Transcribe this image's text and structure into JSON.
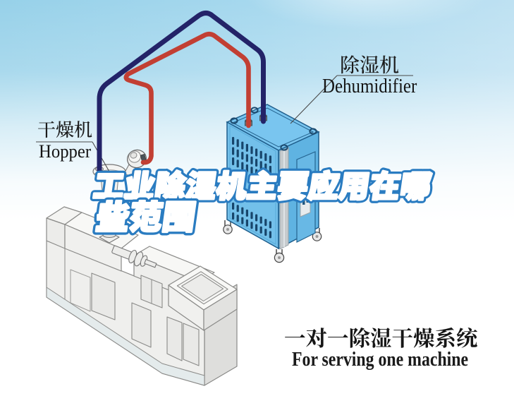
{
  "illustration": {
    "title": {
      "line1": "工业除湿机主要应用在哪",
      "line2": "些范围",
      "fill_color": "#ffffff",
      "outline_color": "#2a7cc1"
    },
    "labels": {
      "dryer_cn": "干燥机",
      "dryer_en": "Hopper",
      "dehumidifier_cn": "除湿机",
      "dehumidifier_en": "Dehumidifier"
    },
    "caption": {
      "line1_cn": "一对一除湿干燥系统",
      "line2_en": "For serving one machine"
    },
    "pipes": {
      "supply_color": "#c23f33",
      "return_color": "#232368"
    },
    "machines": {
      "dehumidifier_body_color": "#6fbeea",
      "hopper_color": "#f2f2f0",
      "molding_machine_color": "#efefed"
    }
  }
}
